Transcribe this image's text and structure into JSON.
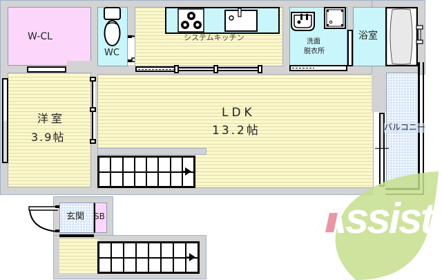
{
  "rooms": {
    "wcl": "W-CL",
    "wc": "WC",
    "kitchen": "システムキッチン",
    "washroom_line1": "洗面",
    "washroom_line2": "脱衣所",
    "bath": "浴室",
    "western_room": "洋室",
    "western_room_size": "3.9帖",
    "ldk": "LDK",
    "ldk_size": "13.2帖",
    "balcony": "バルコニー",
    "entrance": "玄関",
    "shoe_box": "SB"
  },
  "watermark": {
    "text": "Assist",
    "first_letter": "A",
    "rest": "ssist",
    "leaf_color": "#c6df8e",
    "accent_color": "#e88a9c"
  },
  "colors": {
    "wall": "#d3d3d3",
    "floor": "#fbf8cc",
    "closet": "#fcd7fb",
    "wet_area": "#c8f6fb",
    "tile": "#d4e4f8"
  }
}
